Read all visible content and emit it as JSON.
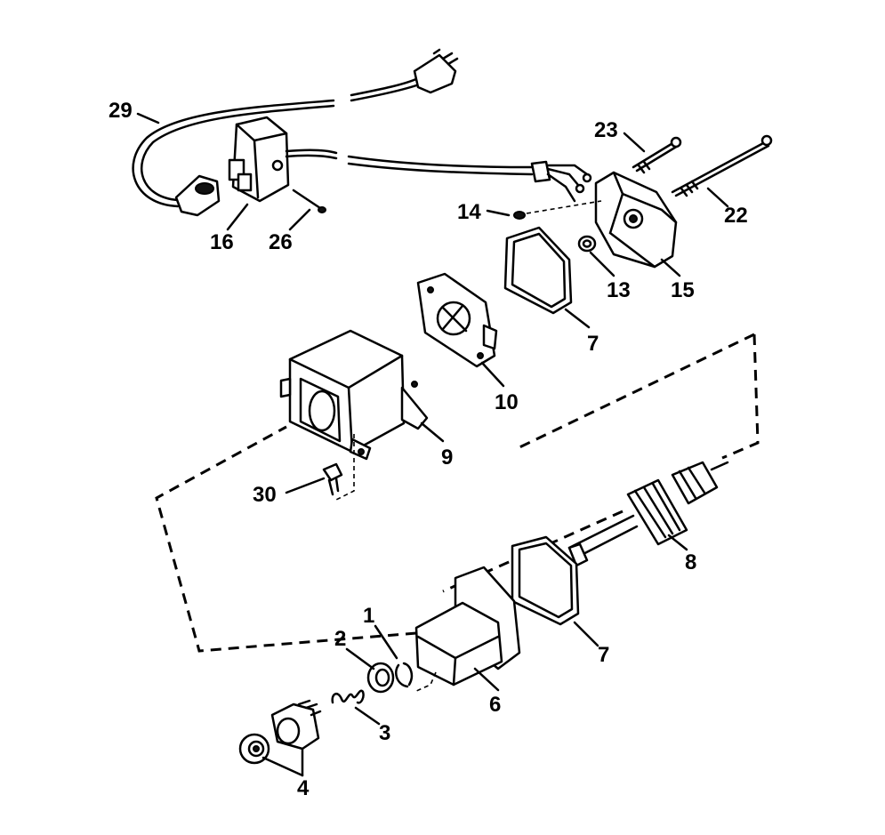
{
  "diagram": {
    "colors": {
      "ink": "#000000",
      "paper": "#ffffff"
    },
    "callouts": {
      "c1": "1",
      "c2": "2",
      "c3": "3",
      "c4": "4",
      "c6": "6",
      "c7a": "7",
      "c7b": "7",
      "c8": "8",
      "c9": "9",
      "c10": "10",
      "c13": "13",
      "c14": "14",
      "c15": "15",
      "c16": "16",
      "c22": "22",
      "c23": "23",
      "c26": "26",
      "c29": "29",
      "c30": "30"
    }
  }
}
